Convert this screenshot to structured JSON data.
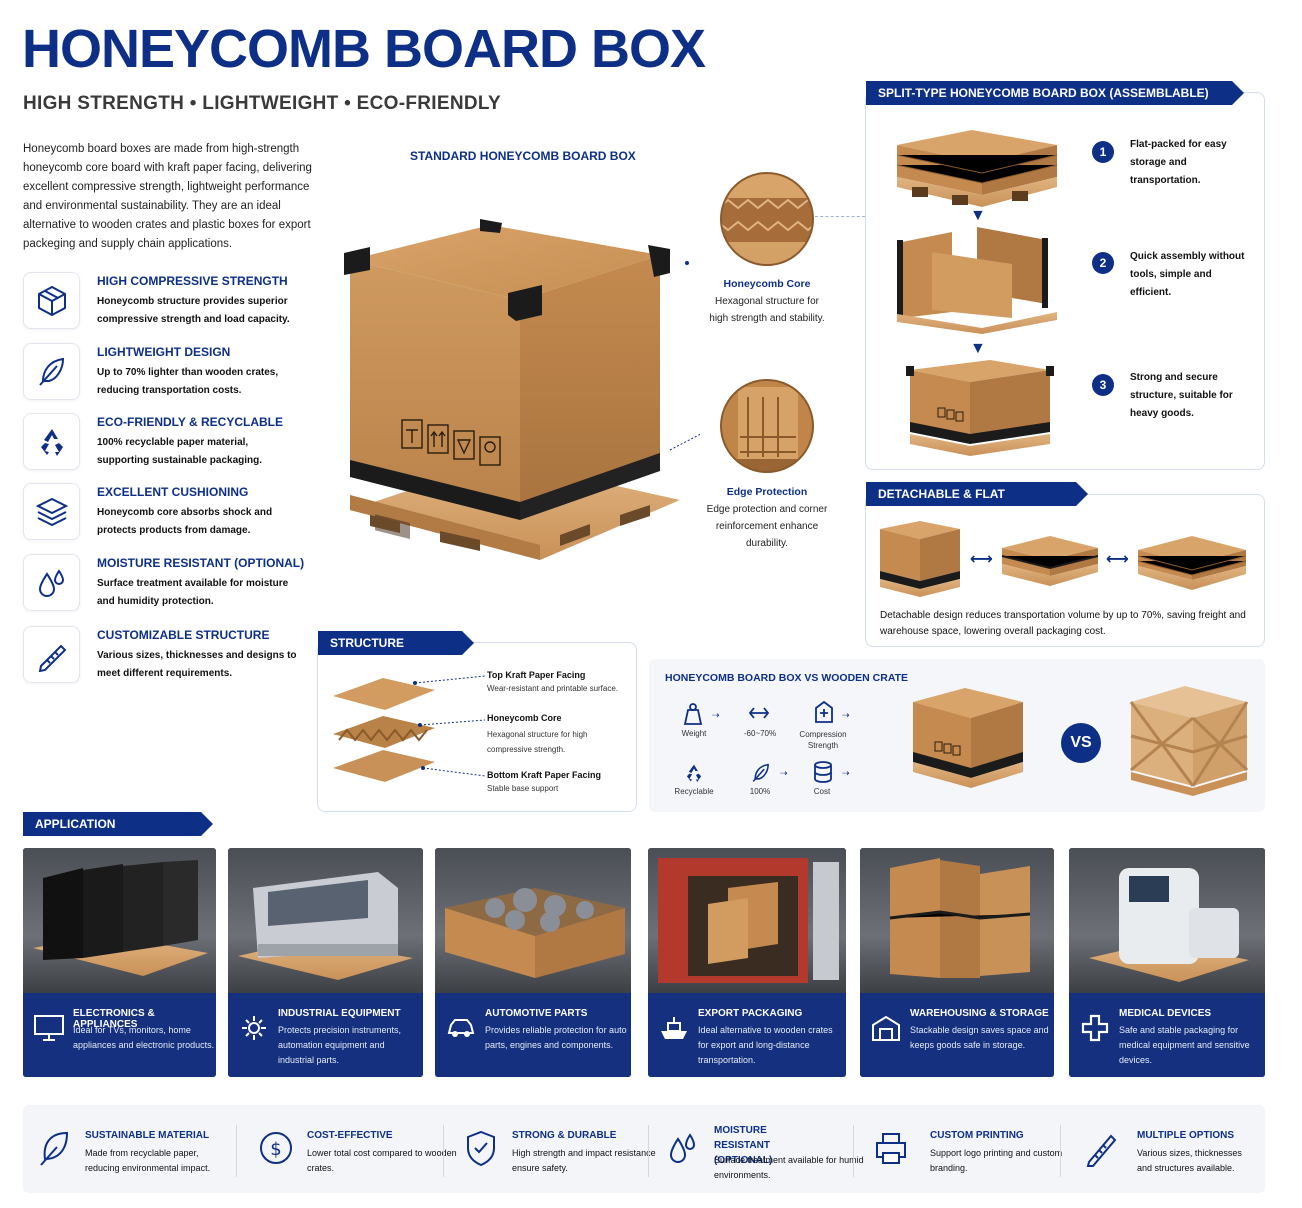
{
  "header": {
    "title": "HONEYCOMB BOARD BOX",
    "subtitle": "HIGH STRENGTH • LIGHTWEIGHT • ECO-FRIENDLY",
    "intro": "Honeycomb board boxes are made from high-strength honeycomb core board with kraft paper facing, delivering excellent compressive strength, lightweight performance and environmental sustainability. They are an ideal alternative to wooden crates and plastic boxes for export packeging and supply chain applications."
  },
  "features": [
    {
      "title": "HIGH COMPRESSIVE STRENGTH",
      "desc": "Honeycomb structure provides superior compressive strength and load capacity.",
      "icon": "cube-icon"
    },
    {
      "title": "LIGHTWEIGHT DESIGN",
      "desc": "Up to 70% lighter than wooden crates, reducing transportation costs.",
      "icon": "feather-icon"
    },
    {
      "title": "ECO-FRIENDLY & RECYCLABLE",
      "desc": "100% recyclable paper material, supporting sustainable packaging.",
      "icon": "recycle-icon"
    },
    {
      "title": "EXCELLENT CUSHIONING",
      "desc": "Honeycomb core absorbs shock and protects products from damage.",
      "icon": "layers-icon"
    },
    {
      "title": "MOISTURE RESISTANT (OPTIONAL)",
      "desc": "Surface treatment available for moisture and humidity protection.",
      "icon": "droplets-icon"
    },
    {
      "title": "CUSTOMIZABLE STRUCTURE",
      "desc": "Various sizes, thicknesses and designs to meet different requirements.",
      "icon": "pencil-ruler-icon"
    }
  ],
  "standard_box": {
    "title": "STANDARD HONEYCOMB BOARD BOX",
    "callouts": [
      {
        "title": "Honeycomb Core",
        "desc": "Hexagonal structure for high strength and stability."
      },
      {
        "title": "Edge Protection",
        "desc": "Edge protection and corner reinforcement enhance durability."
      }
    ]
  },
  "split_type": {
    "title": "SPLIT-TYPE HONEYCOMB BOARD BOX (ASSEMBLABLE)",
    "steps": [
      {
        "num": "1",
        "text": "Flat-packed for easy storage and transportation."
      },
      {
        "num": "2",
        "text": "Quick assembly without tools, simple and efficient."
      },
      {
        "num": "3",
        "text": "Strong and secure structure, suitable for heavy goods."
      }
    ]
  },
  "detachable": {
    "title": "DETACHABLE & FLAT STORAGE",
    "desc": "Detachable design reduces transportation volume by up to 70%, saving freight and warehouse space, lowering overall packaging cost."
  },
  "structure_diagram": {
    "title": "STRUCTURE DIAGRAM",
    "layers": [
      {
        "title": "Top Kraft Paper Facing",
        "desc": "Wear-resistant and printable surface."
      },
      {
        "title": "Honeycomb Core",
        "desc": "Hexagonal structure for high compressive strength."
      },
      {
        "title": "Bottom Kraft Paper Facing",
        "desc": "Stable base support"
      }
    ]
  },
  "comparison": {
    "title": "HONEYCOMB BOARD BOX VS WOODEN CRATE",
    "vs": "VS",
    "metrics": [
      {
        "label": "Weight"
      },
      {
        "label": "-60~70%"
      },
      {
        "label": "Compression Strength"
      },
      {
        "label": "Recyclable"
      },
      {
        "label": "100%"
      },
      {
        "label": "Cost"
      }
    ]
  },
  "applications": {
    "title": "APPLICATION SCENARIOS",
    "items": [
      {
        "title": "ELECTRONICS & APPLIANCES",
        "desc": "Ideal for TVs, monitors, home appliances and electronic products.",
        "icon": "monitor-icon"
      },
      {
        "title": "INDUSTRIAL EQUIPMENT",
        "desc": "Protects precision instruments, automation equipment and industrial parts.",
        "icon": "gear-icon"
      },
      {
        "title": "AUTOMOTIVE PARTS",
        "desc": "Provides reliable protection for auto parts, engines and components.",
        "icon": "car-icon"
      },
      {
        "title": "EXPORT PACKAGING",
        "desc": "Ideal alternative to wooden crates for export and long-distance transportation.",
        "icon": "ship-icon"
      },
      {
        "title": "WAREHOUSING & STORAGE",
        "desc": "Stackable design saves space and keeps goods safe in storage.",
        "icon": "warehouse-icon"
      },
      {
        "title": "MEDICAL DEVICES",
        "desc": "Safe and stable packaging for medical equipment and sensitive devices.",
        "icon": "medical-cross-icon"
      }
    ]
  },
  "benefits": [
    {
      "title": "SUSTAINABLE MATERIAL",
      "desc": "Made from recyclable paper, reducing environmental impact.",
      "icon": "leaf-icon"
    },
    {
      "title": "COST-EFFECTIVE",
      "desc": "Lower total cost compared to wooden crates.",
      "icon": "dollar-icon"
    },
    {
      "title": "STRONG & DURABLE",
      "desc": "High strength and impact resistance ensure safety.",
      "icon": "shield-check-icon"
    },
    {
      "title": "MOISTURE RESISTANT (OPTIONAL)",
      "desc": "Surface treatment available for humid environments.",
      "icon": "droplets-icon"
    },
    {
      "title": "CUSTOM PRINTING",
      "desc": "Support logo printing and custom branding.",
      "icon": "printer-icon"
    },
    {
      "title": "MULTIPLE OPTIONS",
      "desc": "Various sizes, thicknesses and structures available.",
      "icon": "pencil-ruler-icon"
    }
  ]
}
